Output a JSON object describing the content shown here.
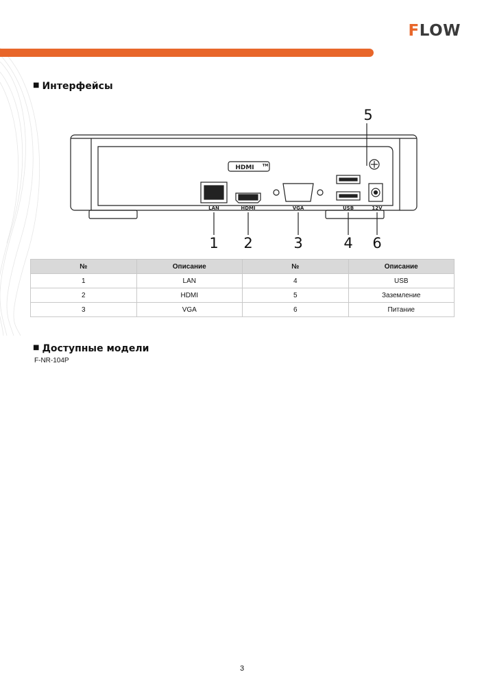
{
  "header": {
    "logo_first": "F",
    "logo_rest": "LOW",
    "brand_color": "#e8662a",
    "dark_color": "#3a3a3a"
  },
  "interfaces": {
    "title": "Интерфейсы",
    "figure": {
      "port_labels": [
        "LAN",
        "HDMI",
        "VGA",
        "USB",
        "12V"
      ],
      "callouts": [
        "1",
        "2",
        "3",
        "4",
        "5",
        "6"
      ],
      "logo_text": "HDMI",
      "logo_tm": "TM"
    },
    "table": {
      "headers": [
        "№",
        "Описание",
        "№",
        "Описание"
      ],
      "rows": [
        [
          "1",
          "LAN",
          "4",
          "USB"
        ],
        [
          "2",
          "HDMI",
          "5",
          "Заземление"
        ],
        [
          "3",
          "VGA",
          "6",
          "Питание"
        ]
      ]
    }
  },
  "models": {
    "title": "Доступные модели",
    "items": [
      "F-NR-104P"
    ]
  },
  "page_number": "3"
}
